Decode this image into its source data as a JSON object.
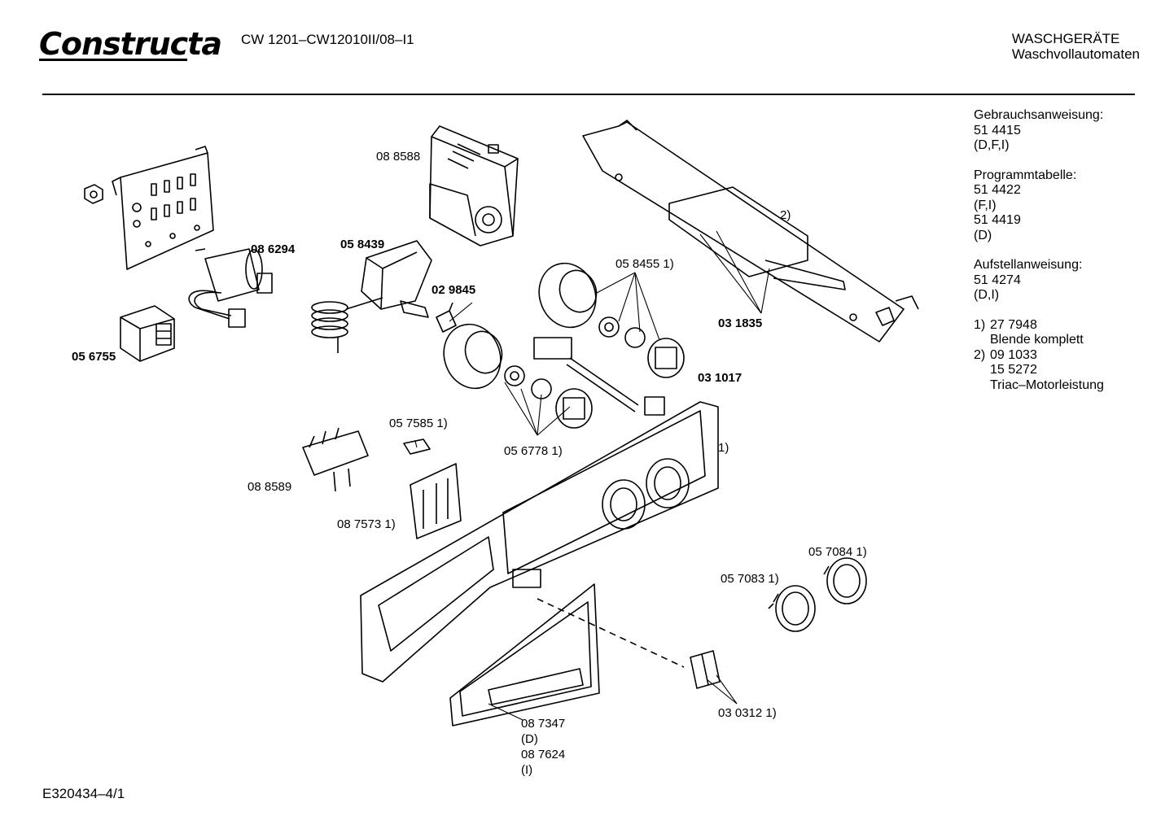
{
  "header": {
    "logo_text": "Constructa",
    "model": "CW 1201–CW12010II/08–I1",
    "category": "WASCHGERÄTE",
    "subcategory": "Waschvollautomaten"
  },
  "side_notes": {
    "gebrauch_title": "Gebrauchsanweisung:",
    "gebrauch_num": "51 4415",
    "gebrauch_lang": "(D,F,I)",
    "programm_title": "Programmtabelle:",
    "programm_num1": "51 4422",
    "programm_lang1": "(F,I)",
    "programm_num2": "51 4419",
    "programm_lang2": "(D)",
    "aufstell_title": "Aufstellanweisung:",
    "aufstell_num": "51 4274",
    "aufstell_lang": "(D,I)",
    "fn1_marker": "1)",
    "fn1_num": "27 7948",
    "fn1_desc": "Blende komplett",
    "fn2_marker": "2)",
    "fn2_num1": "09 1033",
    "fn2_num2": "15 5272",
    "fn2_desc": "Triac–Motorleistung"
  },
  "part_labels": {
    "p088588": "08 8588",
    "p086294": "08 6294",
    "p058439": "05 8439",
    "p029845": "02 9845",
    "p056755": "05 6755",
    "p058455": "05 8455 1)",
    "p031835": "03 1835",
    "p_note2": "2)",
    "p031017": "03 1017",
    "p057585": "05 7585 1)",
    "p056778": "05 6778 1)",
    "p_note1": "1)",
    "p088589": "08 8589",
    "p087573": "08 7573 1)",
    "p057084": "05 7084 1)",
    "p057083": "05 7083 1)",
    "p030312": "03 0312 1)",
    "p087347": "08 7347",
    "p087347_lang": "(D)",
    "p087624": "08 7624",
    "p087624_lang": "(I)"
  },
  "footer": {
    "drawing_id": "E320434–4/1"
  }
}
